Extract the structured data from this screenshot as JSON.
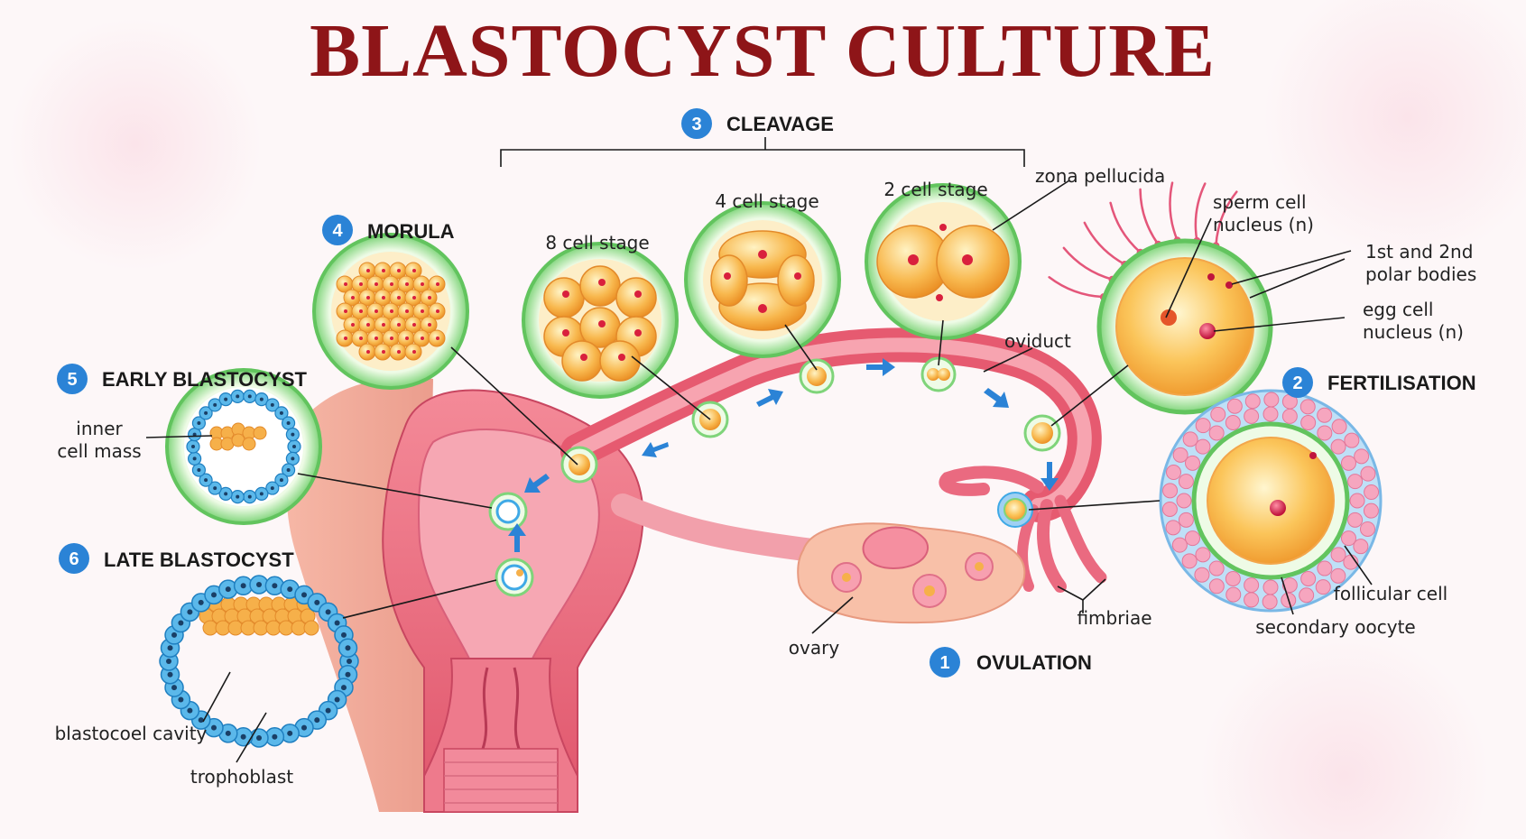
{
  "title": "BLASTOCYST CULTURE",
  "stages": [
    {
      "number": "1",
      "label": "OVULATION"
    },
    {
      "number": "2",
      "label": "FERTILISATION"
    },
    {
      "number": "3",
      "label": "CLEAVAGE"
    },
    {
      "number": "4",
      "label": "MORULA"
    },
    {
      "number": "5",
      "label": "EARLY BLASTOCYST"
    },
    {
      "number": "6",
      "label": "LATE BLASTOCYST"
    }
  ],
  "labels": {
    "cell8": "8 cell stage",
    "cell4": "4 cell stage",
    "cell2": "2 cell stage",
    "zona": "zona pellucida",
    "sperm1": "sperm cell",
    "sperm2": "nucleus (n)",
    "polar1": "1st and 2nd",
    "polar2": "polar bodies",
    "egg1": "egg cell",
    "egg2": "nucleus (n)",
    "oviduct": "oviduct",
    "icm1": "inner",
    "icm2": "cell mass",
    "follicular": "follicular cell",
    "oocyte": "secondary oocyte",
    "fimbriae": "fimbriae",
    "ovary": "ovary",
    "blastocoel": "blastocoel cavity",
    "trophoblast": "trophoblast"
  },
  "colors": {
    "title": "#8e1518",
    "badge": "#2b83d6",
    "zona": "#7fd47a",
    "cell": "#f6b04a",
    "tissue": "#ee6f80",
    "trophoblast": "#3fa9e6"
  }
}
